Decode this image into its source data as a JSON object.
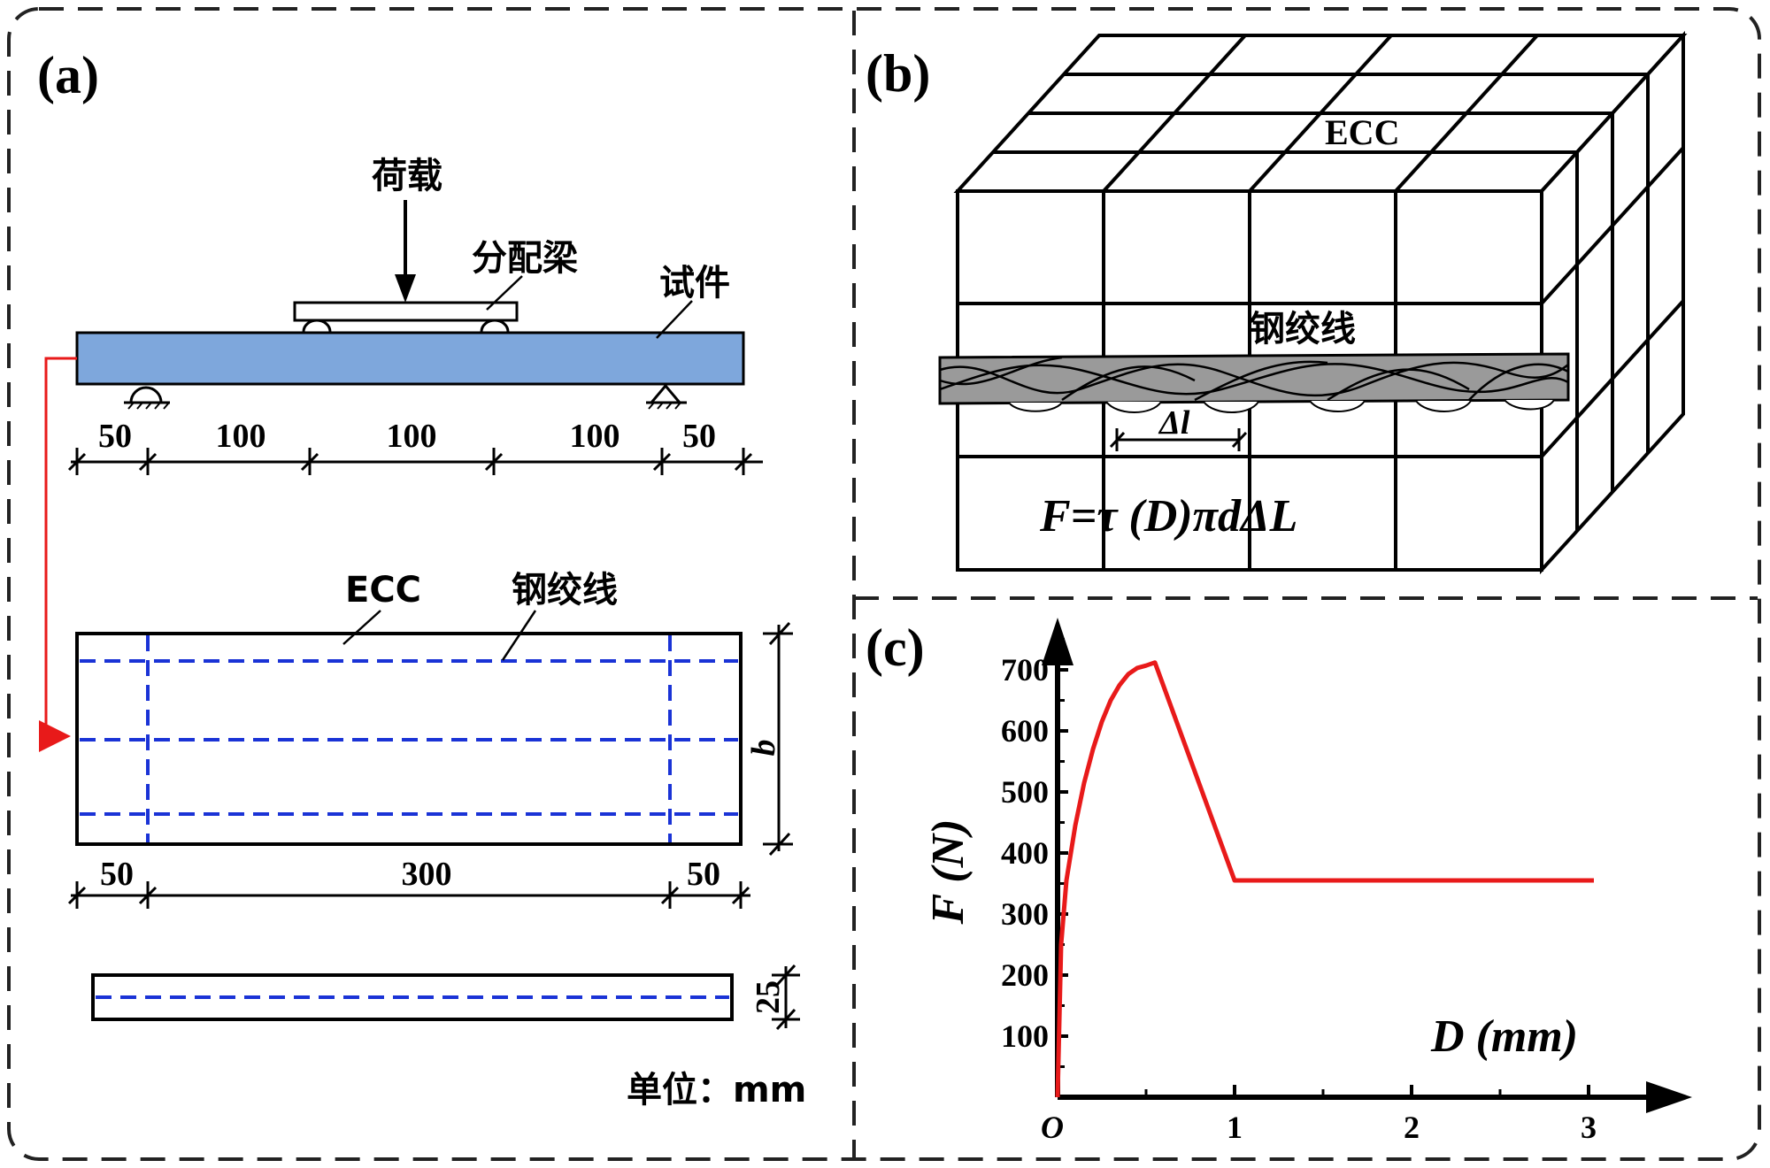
{
  "panel_a": {
    "label": "(a)",
    "load": "荷载",
    "distribution_beam": "分配梁",
    "specimen": "试件",
    "span_dims": [
      "50",
      "100",
      "100",
      "100",
      "50"
    ],
    "plan_labels": {
      "ecc": "ECC",
      "strand": "钢绞线",
      "b": "b"
    },
    "plan_dims": [
      "50",
      "300",
      "50"
    ],
    "section_dim": "25",
    "unit": "单位：mm"
  },
  "panel_b": {
    "label": "(b)",
    "ecc": "ECC",
    "strand": "钢绞线",
    "delta_l": "Δl",
    "formula": "F=τ (D)πdΔL"
  },
  "panel_c": {
    "label": "(c)",
    "chart_data": {
      "type": "line",
      "title": "",
      "xlabel": "D (mm)",
      "ylabel": "F (N)",
      "xlim": [
        0,
        3.4
      ],
      "ylim": [
        0,
        760
      ],
      "x_ticks": [
        0,
        1,
        2,
        3
      ],
      "x_tick_labels": [
        "O",
        "1",
        "2",
        "3"
      ],
      "y_ticks": [
        100,
        200,
        300,
        400,
        500,
        600,
        700
      ],
      "series": [
        {
          "color": "#e81a1a",
          "x": [
            0,
            0.02,
            0.05,
            0.1,
            0.15,
            0.2,
            0.25,
            0.3,
            0.35,
            0.4,
            0.45,
            0.5,
            0.55,
            1.0,
            3.03
          ],
          "y": [
            0,
            250,
            355,
            445,
            515,
            570,
            615,
            650,
            675,
            693,
            703,
            707,
            712,
            355,
            355
          ]
        }
      ]
    }
  },
  "colors": {
    "beam": "#7ea7dc",
    "strand_dash": "#1a33d6",
    "curve": "#e81a1a",
    "arrow": "#e81a1a"
  }
}
